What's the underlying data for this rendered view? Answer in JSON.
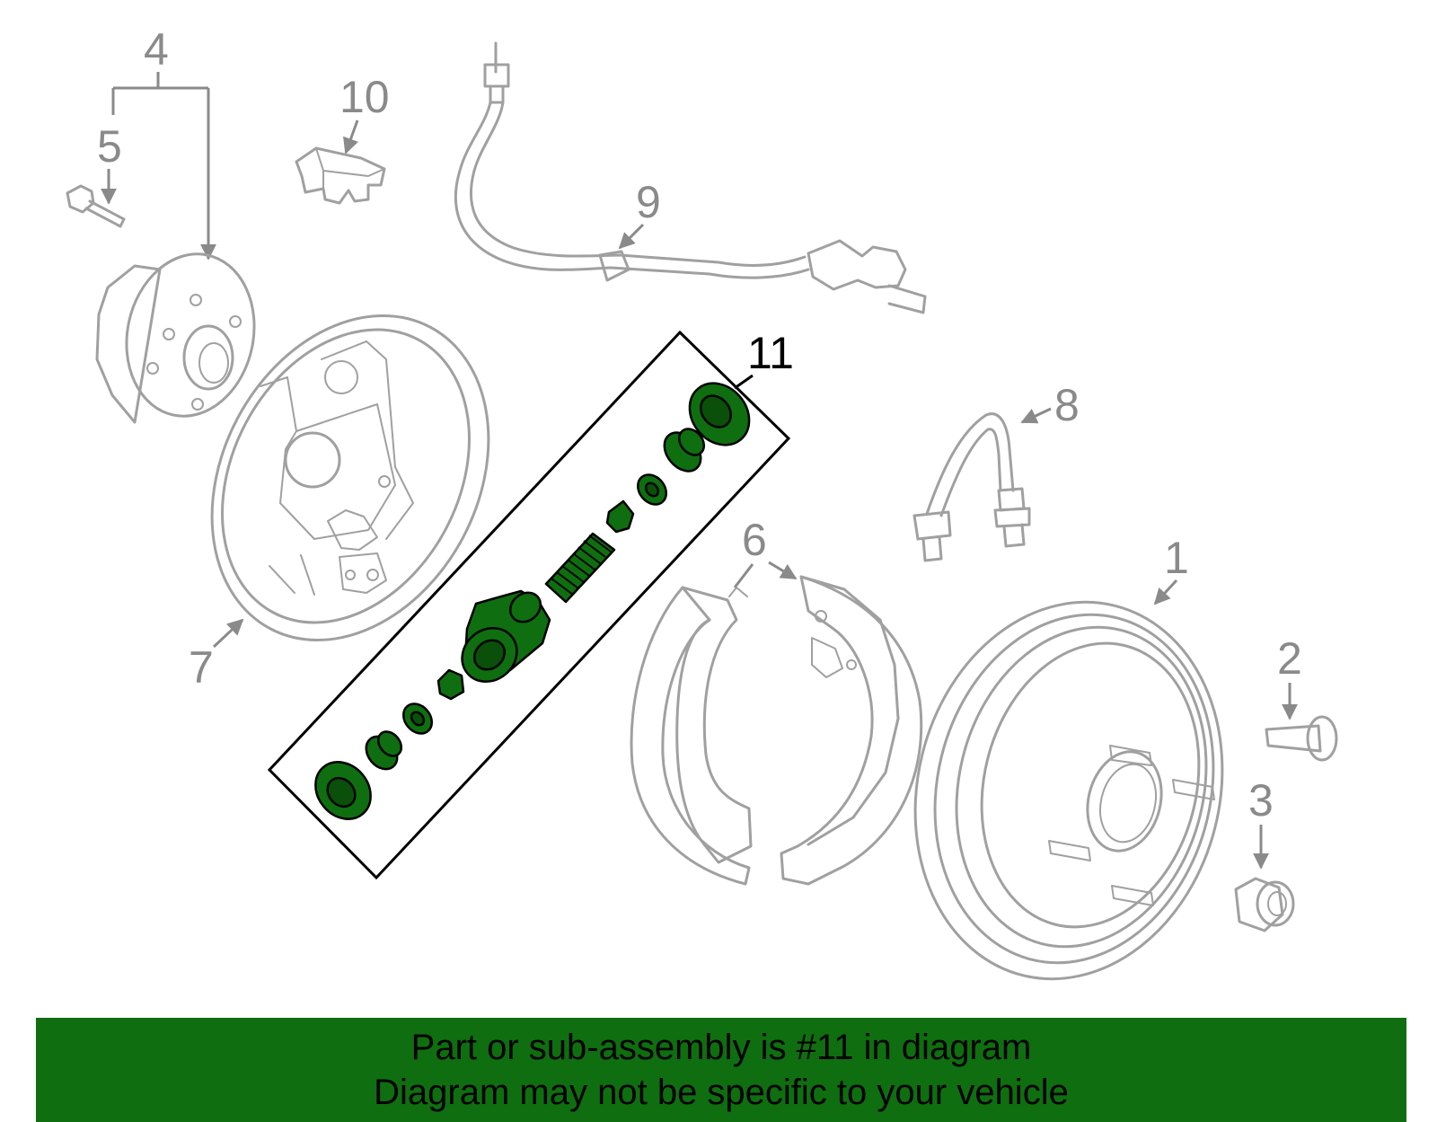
{
  "diagram": {
    "callouts": {
      "c1": "1",
      "c2": "2",
      "c3": "3",
      "c4": "4",
      "c5": "5",
      "c6": "6",
      "c7": "7",
      "c8": "8",
      "c9": "9",
      "c10": "10",
      "c11": "11"
    },
    "highlighted_part": "11",
    "highlight_color": "#0f6e0f"
  },
  "banner": {
    "line1": "Part or sub-assembly is #11 in diagram",
    "line2": "Diagram may not be specific to your vehicle"
  }
}
